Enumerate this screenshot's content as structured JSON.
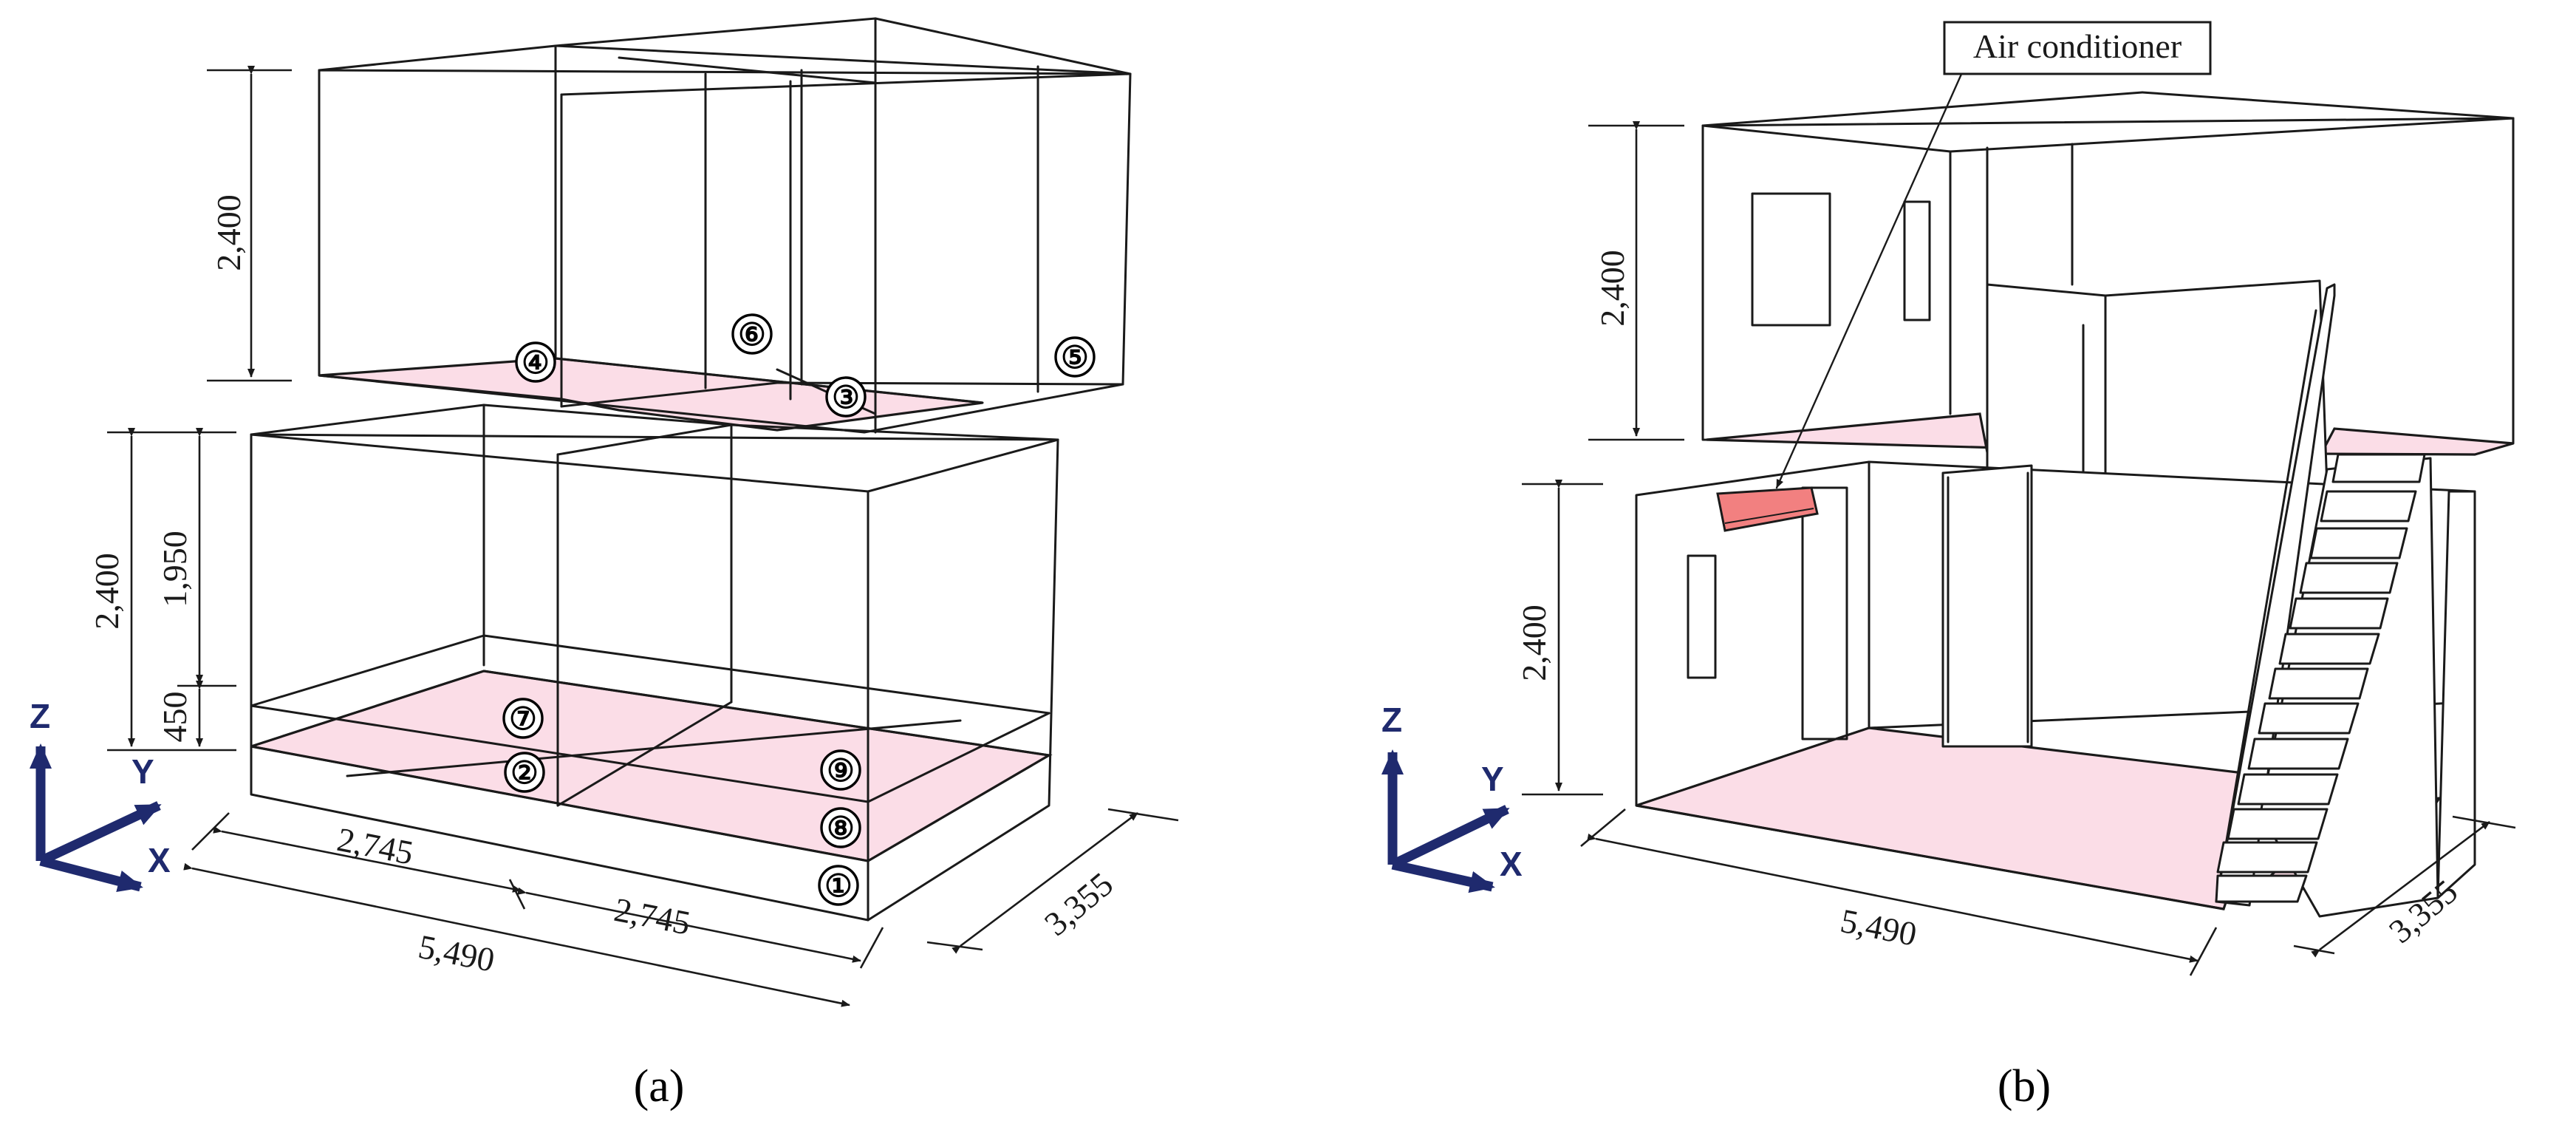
{
  "panels": {
    "a": {
      "caption": "(a)",
      "dimensions": {
        "upper_height": "2,400",
        "lower_height": "2,400",
        "height_upper_part": "1,950",
        "height_lower_part": "450",
        "width_left": "2,745",
        "width_right": "2,745",
        "width_total": "5,490",
        "depth": "3,355"
      },
      "points": [
        "①",
        "②",
        "③",
        "④",
        "⑤",
        "⑥",
        "⑦",
        "⑧",
        "⑨"
      ]
    },
    "b": {
      "caption": "(b)",
      "dimensions": {
        "upper_height": "2,400",
        "lower_height": "2,400",
        "width_total": "5,490",
        "depth": "3,355"
      },
      "callout": "Air conditioner"
    }
  },
  "axes": {
    "z": "Z",
    "y": "Y",
    "x": "X",
    "color": "#1f2a6e"
  },
  "colors": {
    "floor": "#fbdde7",
    "air_conditioner": "#f28080"
  }
}
